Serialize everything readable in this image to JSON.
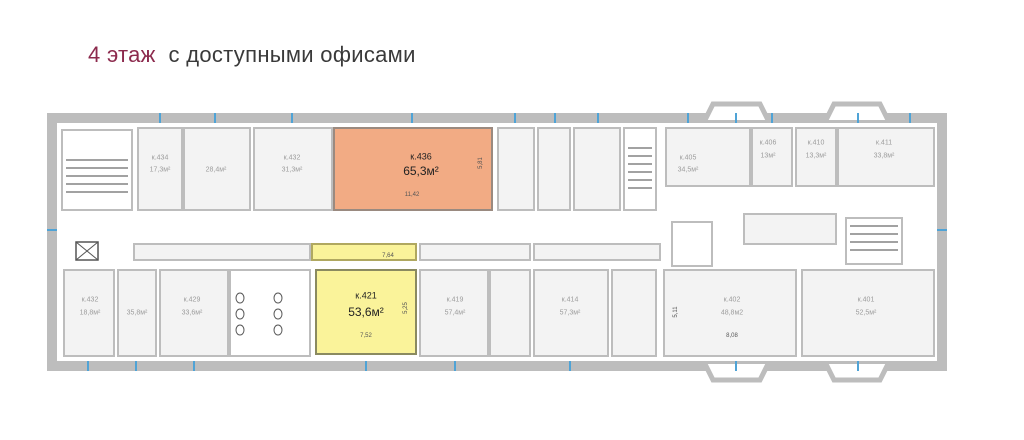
{
  "header": {
    "floor_number": "4 этаж",
    "subtitle": "с доступными офисами"
  },
  "colors": {
    "wall": "#c2c2c2",
    "room_fill": "#f3f3f3",
    "highlight_orange": "#f2ab84",
    "highlight_yellow": "#faf39a",
    "accent": "#8c2a4d"
  },
  "rooms": {
    "k434": {
      "name": "к.434",
      "area": "17,3м²"
    },
    "r284": {
      "name": "",
      "area": "28,4м²"
    },
    "k432top": {
      "name": "к.432",
      "area": "31,3м²"
    },
    "k436": {
      "name": "к.436",
      "area": "65,3м²",
      "dim_w": "11,42",
      "dim_h": "5,81"
    },
    "k405": {
      "name": "к.405",
      "area": "34,5м²"
    },
    "k406": {
      "name": "к.406",
      "area": "13м²"
    },
    "k410": {
      "name": "к.410",
      "area": "13,3м²"
    },
    "k411": {
      "name": "к.411",
      "area": "33,8м²"
    },
    "k432": {
      "name": "к.432",
      "area": "18,8м²"
    },
    "r358": {
      "name": "",
      "area": "35,8м²"
    },
    "k429": {
      "name": "к.429",
      "area": "33,6м²"
    },
    "k421": {
      "name": "к.421",
      "area": "53,6м²",
      "dim_w": "7,52",
      "dim_h": "5,25",
      "dim_top": "7,64"
    },
    "k419": {
      "name": "к.419",
      "area": "57,4м²"
    },
    "k414": {
      "name": "к.414",
      "area": "57,3м²"
    },
    "k402": {
      "name": "к.402",
      "area": "48,8м2",
      "dim_w": "8,08",
      "dim_h": "5,11"
    },
    "k401": {
      "name": "к.401",
      "area": "52,5м²"
    }
  }
}
